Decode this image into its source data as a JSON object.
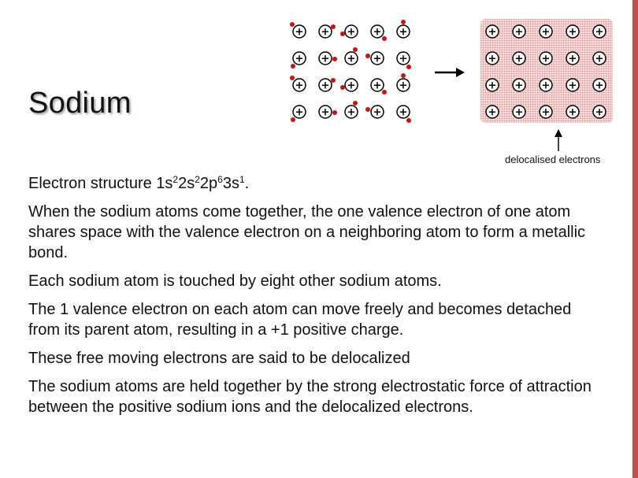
{
  "slide": {
    "title": "Sodium",
    "electron_structure": {
      "prefix": "Electron structure ",
      "parts": [
        {
          "base": "1s",
          "sup": "2"
        },
        {
          "base": "2s",
          "sup": "2"
        },
        {
          "base": "2p",
          "sup": "6"
        },
        {
          "base": "3s",
          "sup": "1"
        }
      ],
      "suffix": "."
    },
    "paragraphs": [
      "When the sodium atoms come together, the one valence electron of one atom shares space with the valence electron on a neighboring atom to form a metallic bond.",
      "Each sodium atom is touched by eight other sodium atoms.",
      "The 1 valence electron on each atom can move freely and becomes detached from its parent atom, resulting in a +1 positive charge.",
      "These free moving electrons are said to be delocalized",
      "The sodium atoms are held together by the strong electrostatic force of attraction between the positive sodium ions and the delocalized electrons."
    ],
    "diagram": {
      "ion_symbol": "+",
      "caption": "delocalised electrons",
      "rows": 4,
      "cols": 5,
      "electron_color": "#d01010",
      "sea_color": "#f4c0c0",
      "accent_color": "#c0504d"
    }
  }
}
